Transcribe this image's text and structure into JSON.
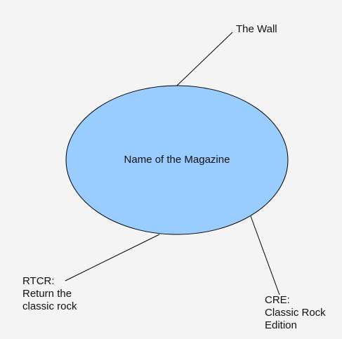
{
  "diagram": {
    "center": {
      "label": "Name of the Magazine",
      "fill": "#99ccff",
      "stroke": "#000000"
    },
    "branches": {
      "top": {
        "lines": [
          "The Wall"
        ]
      },
      "left": {
        "lines": [
          "RTCR:",
          "Return the",
          "classic rock"
        ]
      },
      "right": {
        "lines": [
          "CRE:",
          "Classic Rock",
          "Edition"
        ]
      }
    },
    "line_color": "#000000",
    "background": "#f4f4f4"
  }
}
